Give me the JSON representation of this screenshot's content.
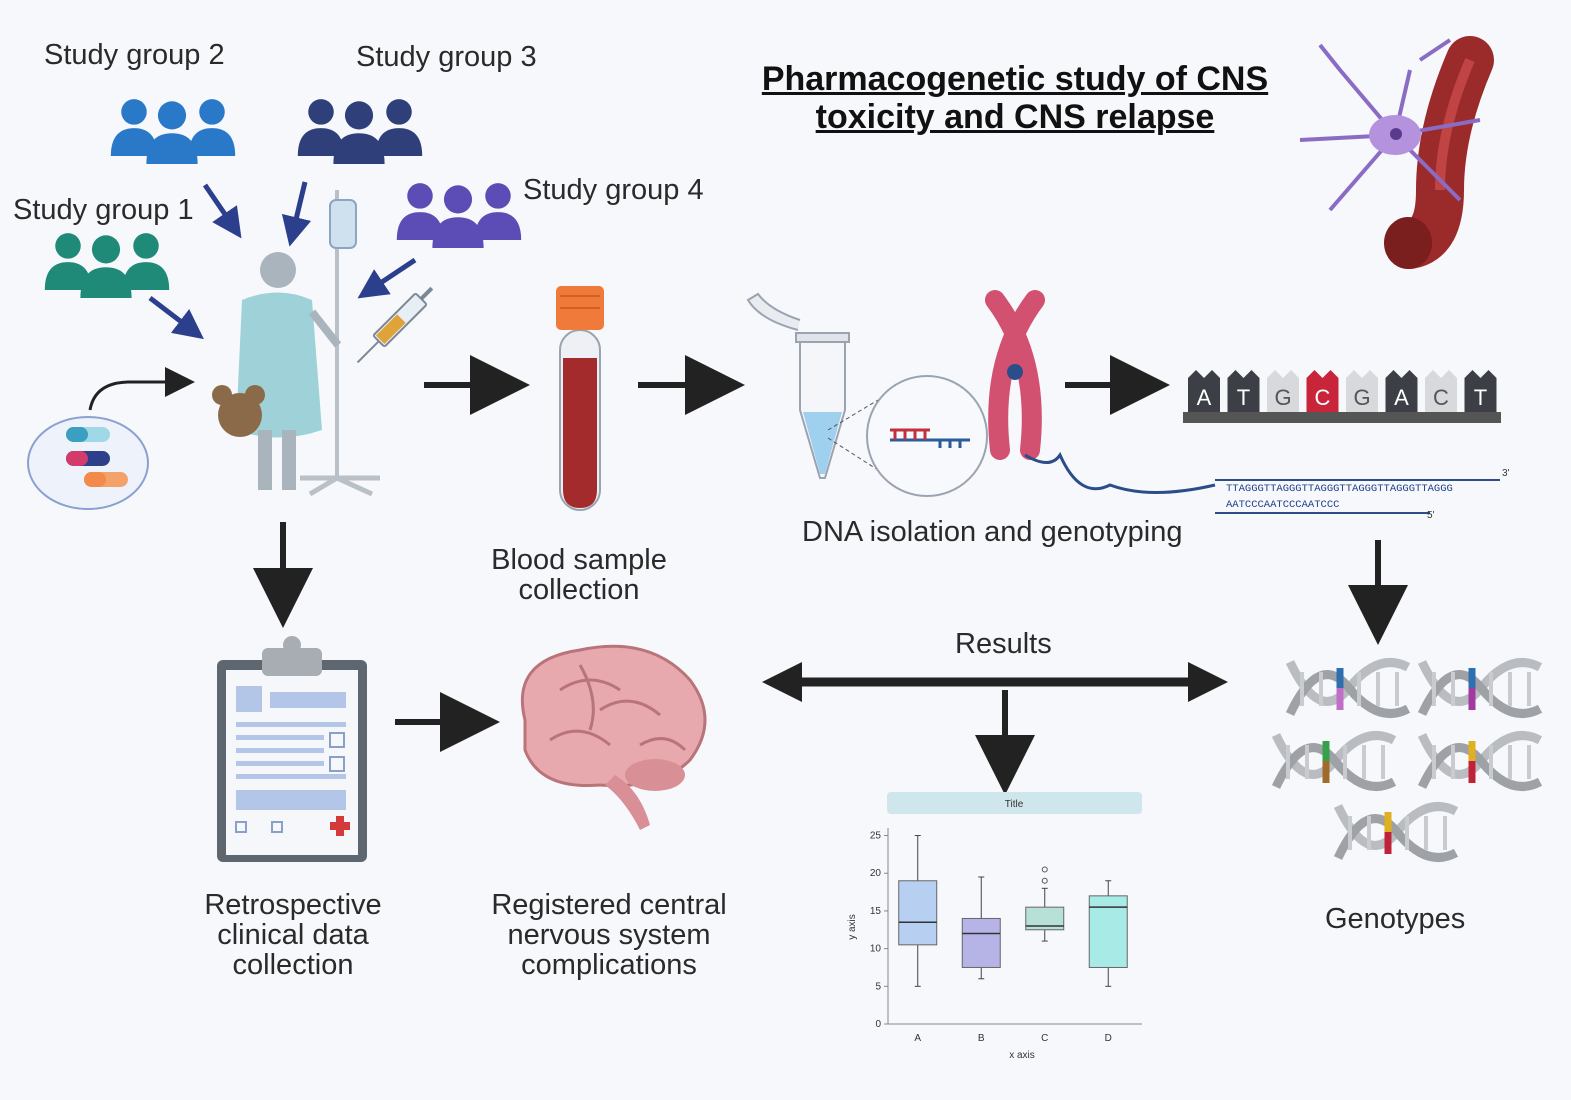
{
  "title": {
    "line1": "Pharmacogenetic study of CNS",
    "line2": "toxicity and CNS relapse"
  },
  "groups": {
    "g1": "Study group 1",
    "g2": "Study group 2",
    "g3": "Study group 3",
    "g4": "Study group 4"
  },
  "steps": {
    "blood": [
      "Blood sample",
      "collection"
    ],
    "dna": "DNA isolation and genotyping",
    "retro": [
      "Retrospective",
      "clinical data",
      "collection"
    ],
    "cns": [
      "Registered central",
      "nervous system",
      "complications"
    ],
    "results": "Results",
    "genotypes": "Genotypes"
  },
  "sequence": {
    "line1": "TTAGGGTTAGGGTTAGGGTTAGGGTTAGGGTTAGGG",
    "line2": "AATCCCAATCCCAATCCC",
    "end3": "3'",
    "end5": "5'"
  },
  "bases": [
    "A",
    "T",
    "G",
    "C",
    "G",
    "A",
    "C",
    "T"
  ],
  "colors": {
    "group1": "#1f8a78",
    "group2": "#2a78c8",
    "group3": "#2f3f7a",
    "group4": "#5b4db5",
    "arrow": "#222222",
    "blood": "#a32b2b",
    "vessel": "#9b2a2a"
  },
  "chart_data": {
    "type": "box",
    "title": "Title",
    "xlabel": "x axis",
    "ylabel": "y axis",
    "categories": [
      "A",
      "B",
      "C",
      "D"
    ],
    "yticks": [
      0,
      5,
      10,
      15,
      20,
      25
    ],
    "ylim": [
      0,
      26
    ],
    "boxes": [
      {
        "min": 5,
        "q1": 10.5,
        "median": 13.5,
        "q3": 19,
        "max": 25,
        "color": "#b7cff0"
      },
      {
        "min": 6,
        "q1": 7.5,
        "median": 12,
        "q3": 14,
        "max": 19.5,
        "color": "#b6b4e6"
      },
      {
        "min": 11,
        "q1": 12.5,
        "median": 13,
        "q3": 15.5,
        "max": 18,
        "color": "#b7e1d6",
        "outliers": [
          19,
          20.5
        ]
      },
      {
        "min": 5,
        "q1": 7.5,
        "median": 15.5,
        "q3": 17,
        "max": 19,
        "color": "#a8eae6"
      }
    ]
  }
}
